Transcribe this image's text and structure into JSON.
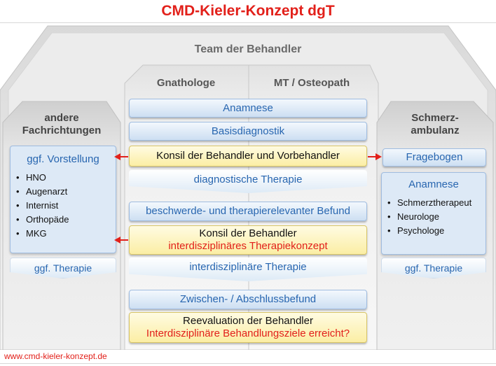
{
  "title": "CMD-Kieler-Konzept dgT",
  "team_label": "Team der Behandler",
  "left": {
    "header": [
      "andere",
      "Fachrichtungen"
    ],
    "box_head": "ggf. Vorstellung",
    "items": [
      "HNO",
      "Augenarzt",
      "Internist",
      "Orthopäde",
      "MKG"
    ],
    "therapy": "ggf. Therapie"
  },
  "center": {
    "col1": "Gnathologe",
    "col2": "MT / Osteopath",
    "steps": [
      {
        "text": "Anamnese"
      },
      {
        "text": "Basisdiagnostik"
      },
      {
        "text": "Konsil der Behandler und Vorbehandler"
      },
      {
        "text": "diagnostische Therapie"
      },
      {
        "text": "beschwerde- und therapierelevanter Befund"
      },
      {
        "text": "Konsil der Behandler",
        "sub": "interdisziplinäres Therapiekonzept"
      },
      {
        "text": "interdisziplinäre Therapie"
      },
      {
        "text": "Zwischen- / Abschlussbefund"
      },
      {
        "text": "Reevaluation der Behandler",
        "sub": "Interdisziplinäre Behandlungsziele erreicht?"
      }
    ]
  },
  "right": {
    "header": [
      "Schmerz-",
      "ambulanz"
    ],
    "fragebogen": "Fragebogen",
    "box_head": "Anamnese",
    "items": [
      "Schmerztherapeut",
      "Neurologe",
      "Psychologe"
    ],
    "therapy": "ggf. Therapie"
  },
  "footer": "www.cmd-kieler-konzept.de",
  "colors": {
    "accent": "#e2201a",
    "blue_text": "#2866b0"
  }
}
